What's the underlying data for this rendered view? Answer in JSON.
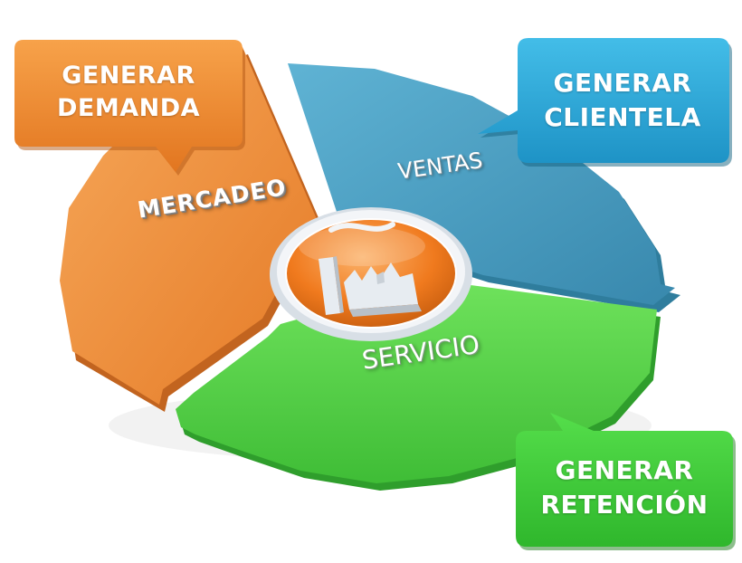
{
  "segments": {
    "mercadeo": {
      "label": "MERCADEO",
      "color": "#ef8d3b"
    },
    "ventas": {
      "label": "VENTAS",
      "color": "#47a1c4"
    },
    "servicio": {
      "label": "SERVICIO",
      "color": "#55d64a"
    }
  },
  "callouts": {
    "demanda": {
      "line1": "GENERAR",
      "line2": "DEMANDA",
      "color": "#f08a2c"
    },
    "clientela": {
      "line1": "GENERAR",
      "line2": "CLIENTELA",
      "color": "#2aa9d8"
    },
    "retencion": {
      "line1": "GENERAR",
      "line2": "RETENCIÓN",
      "color": "#3cc93a"
    }
  },
  "center": {
    "icon": "factory-icon",
    "color": "#f07a1e"
  }
}
